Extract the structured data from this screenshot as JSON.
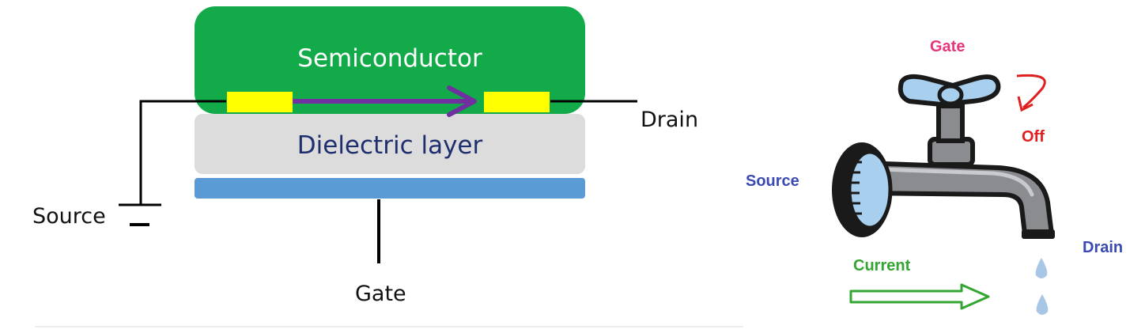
{
  "fet": {
    "semiconductor_label": "Semiconductor",
    "dielectric_label": "Dielectric layer",
    "source_label": "Source",
    "drain_label": "Drain",
    "gate_label": "Gate"
  },
  "faucet": {
    "gate_label": "Gate",
    "off_label": "Off",
    "source_label": "Source",
    "drain_label": "Drain",
    "current_label": "Current"
  },
  "colors": {
    "semiconductor": "#13ab4a",
    "dielectric": "#dcdcdc",
    "dielectric_text": "#1f2f6e",
    "gate_electrode": "#5b9bd5",
    "contact_pad": "#ffff00",
    "channel_arrow": "#7030a0",
    "wire": "#000000",
    "faucet_gate_text": "#e8357a",
    "faucet_off_text": "#e02020",
    "faucet_source_drain_text": "#3b4ab3",
    "faucet_current_text": "#33a532",
    "faucet_body": "#8a8c90",
    "faucet_dark": "#1a1a1a",
    "faucet_highlight": "#a8d0ee",
    "water_drop": "#a8c7e6"
  }
}
